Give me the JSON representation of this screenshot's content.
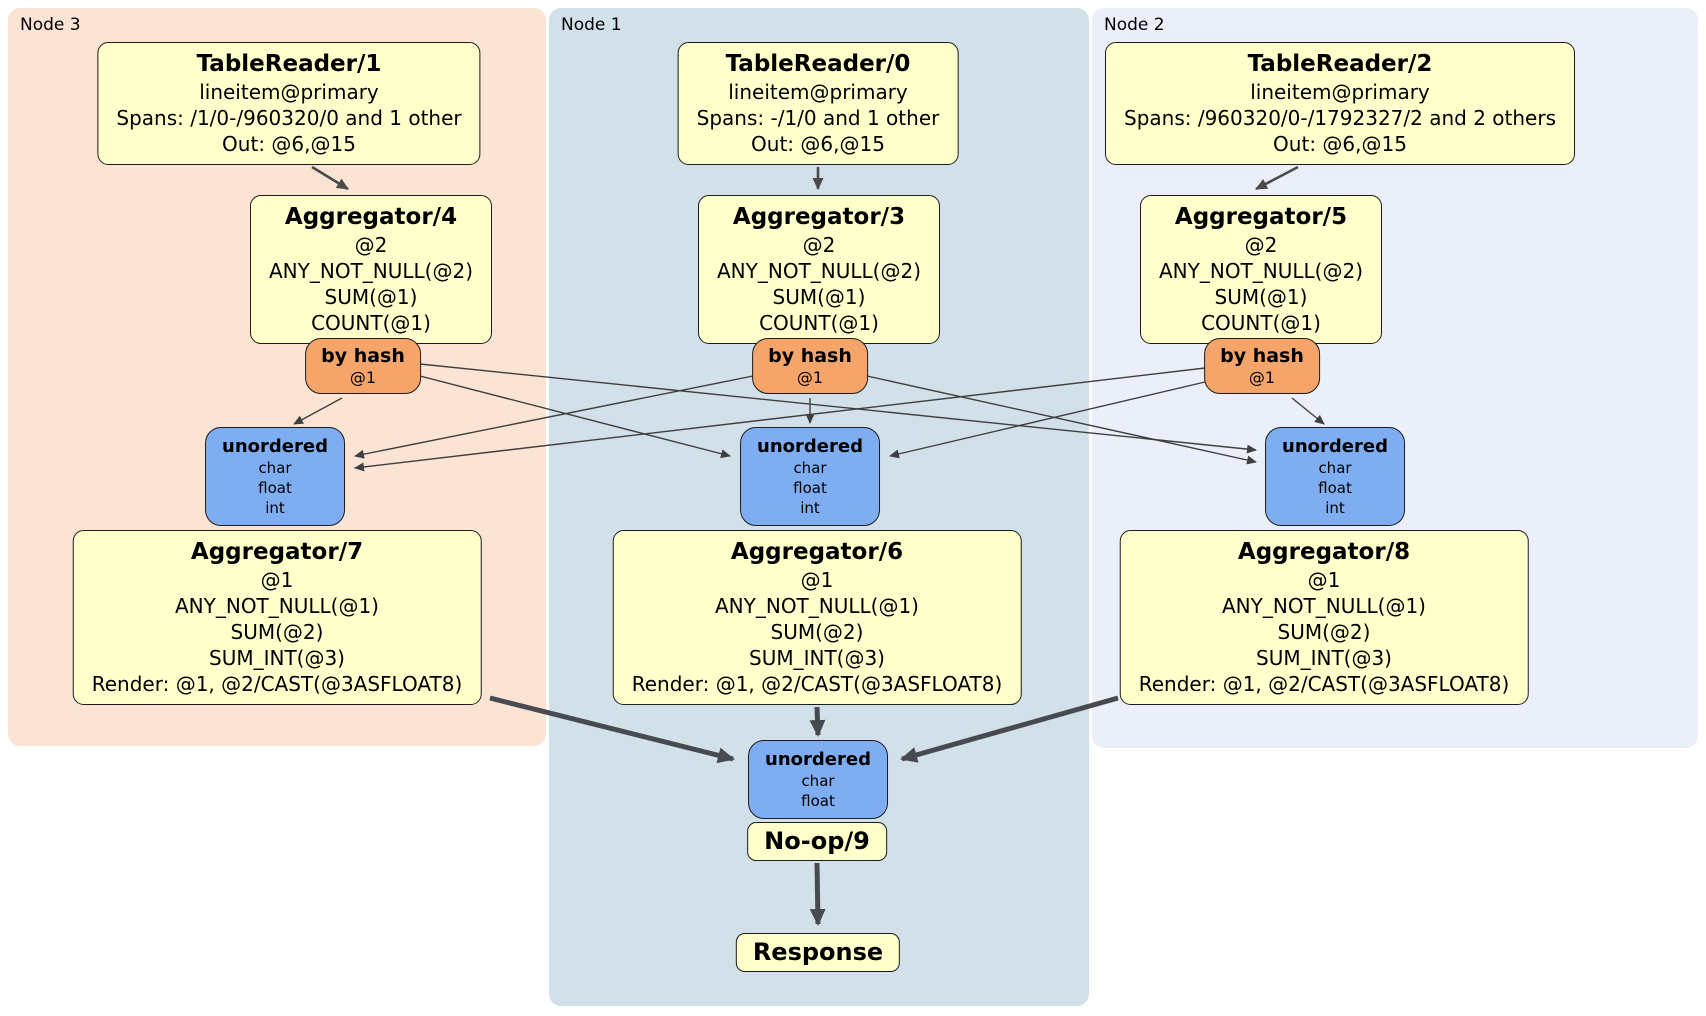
{
  "colors": {
    "node3_bg": "#fce4d4",
    "node1_bg": "#d2e0ea",
    "node2_bg": "#eaeffa",
    "processor_bg": "#ffffcc",
    "router_bg": "#f5a56a",
    "sync_bg": "#7fadf2",
    "edge": "#4a4a4a"
  },
  "nodes": [
    {
      "label": "Node 3",
      "table_reader": {
        "title": "TableReader/1",
        "lines": [
          "lineitem@primary",
          "Spans: /1/0-/960320/0 and 1 other",
          "Out: @6,@15"
        ]
      },
      "aggregator_top": {
        "title": "Aggregator/4",
        "lines": [
          "@2",
          "ANY_NOT_NULL(@2)",
          "SUM(@1)",
          "COUNT(@1)"
        ]
      },
      "router": {
        "title": "by hash",
        "detail": "@1"
      },
      "synchronizer": {
        "title": "unordered",
        "lines": [
          "char",
          "float",
          "int"
        ]
      },
      "aggregator_bottom": {
        "title": "Aggregator/7",
        "lines": [
          "@1",
          "ANY_NOT_NULL(@1)",
          "SUM(@2)",
          "SUM_INT(@3)",
          "Render: @1, @2/CAST(@3ASFLOAT8)"
        ]
      }
    },
    {
      "label": "Node 1",
      "table_reader": {
        "title": "TableReader/0",
        "lines": [
          "lineitem@primary",
          "Spans: -/1/0 and 1 other",
          "Out: @6,@15"
        ]
      },
      "aggregator_top": {
        "title": "Aggregator/3",
        "lines": [
          "@2",
          "ANY_NOT_NULL(@2)",
          "SUM(@1)",
          "COUNT(@1)"
        ]
      },
      "router": {
        "title": "by hash",
        "detail": "@1"
      },
      "synchronizer": {
        "title": "unordered",
        "lines": [
          "char",
          "float",
          "int"
        ]
      },
      "aggregator_bottom": {
        "title": "Aggregator/6",
        "lines": [
          "@1",
          "ANY_NOT_NULL(@1)",
          "SUM(@2)",
          "SUM_INT(@3)",
          "Render: @1, @2/CAST(@3ASFLOAT8)"
        ]
      }
    },
    {
      "label": "Node 2",
      "table_reader": {
        "title": "TableReader/2",
        "lines": [
          "lineitem@primary",
          "Spans: /960320/0-/1792327/2 and 2 others",
          "Out: @6,@15"
        ]
      },
      "aggregator_top": {
        "title": "Aggregator/5",
        "lines": [
          "@2",
          "ANY_NOT_NULL(@2)",
          "SUM(@1)",
          "COUNT(@1)"
        ]
      },
      "router": {
        "title": "by hash",
        "detail": "@1"
      },
      "synchronizer": {
        "title": "unordered",
        "lines": [
          "char",
          "float",
          "int"
        ]
      },
      "aggregator_bottom": {
        "title": "Aggregator/8",
        "lines": [
          "@1",
          "ANY_NOT_NULL(@1)",
          "SUM(@2)",
          "SUM_INT(@3)",
          "Render: @1, @2/CAST(@3ASFLOAT8)"
        ]
      }
    }
  ],
  "final_stage": {
    "synchronizer": {
      "title": "unordered",
      "lines": [
        "char",
        "float"
      ]
    },
    "noop": {
      "title": "No-op/9"
    },
    "response": {
      "title": "Response"
    }
  }
}
